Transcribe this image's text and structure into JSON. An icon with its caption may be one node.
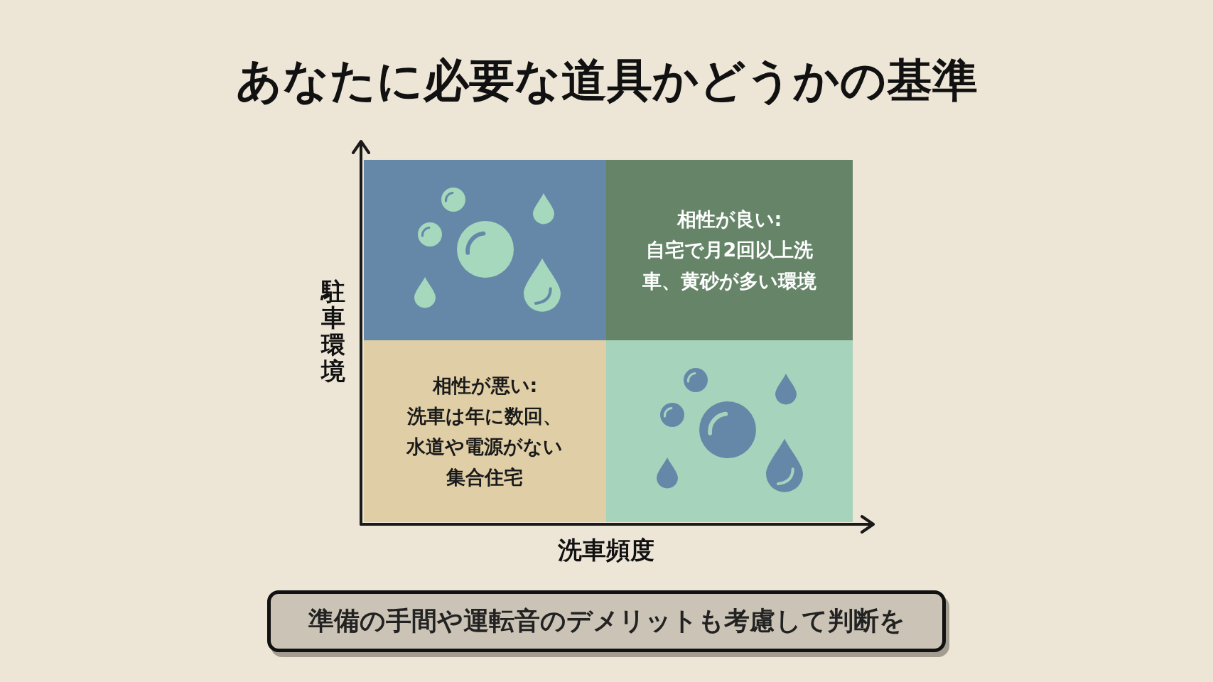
{
  "diagram": {
    "title": "あなたに必要な道具かどうかの基準",
    "nodes": [
      {
        "text": [],
        "shape": "box"
      },
      {
        "text": [
          "相性が良い:",
          "自宅で月2回以上洗車、黄砂が多い環境"
        ]
      },
      {
        "text": [
          "相性が悪い:",
          "洗車は年に数回、水道や電源がない集合住宅"
        ]
      },
      {
        "text": [],
        "shape": "box"
      },
      {
        "text": [
          "準備の手間や運転音のデメリットも考慮して判断を"
        ]
      }
    ],
    "labels": [
      "駐車環境",
      "洗車頻度"
    ]
  }
}
